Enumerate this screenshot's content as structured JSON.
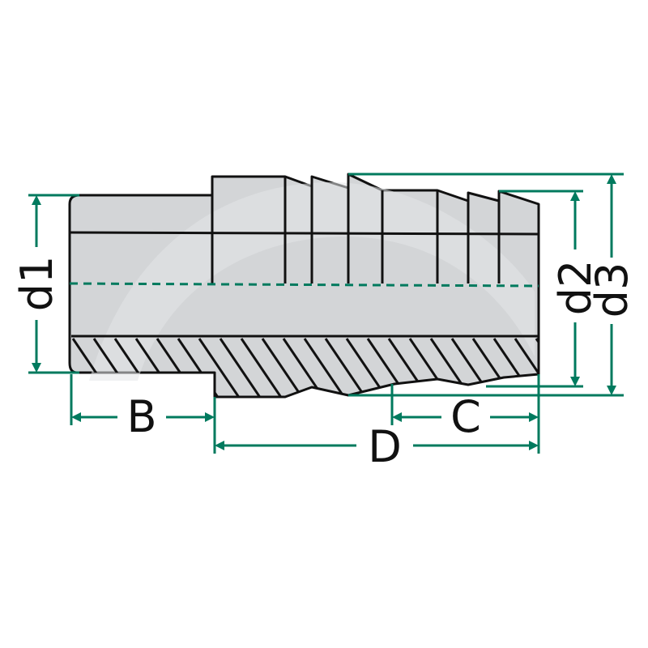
{
  "labels": {
    "d1": "d1",
    "d2": "d2",
    "d3": "d3",
    "B": "B",
    "C": "C",
    "D": "D"
  },
  "colors": {
    "dimension": "#007a5e",
    "outline": "#111111",
    "body": "#d3d5d7",
    "body_light": "#e4e6e8",
    "background": "#ffffff"
  }
}
